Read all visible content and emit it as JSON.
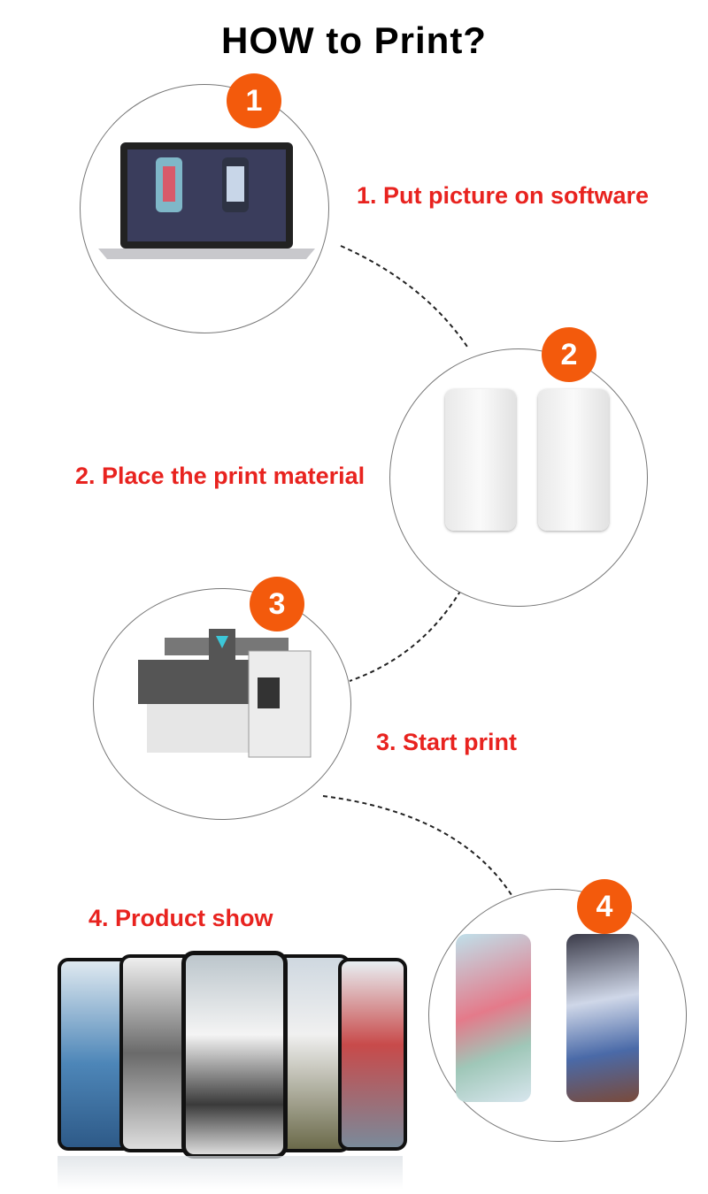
{
  "title": "HOW to Print?",
  "steps": [
    {
      "number": "1",
      "label": "1. Put picture on software"
    },
    {
      "number": "2",
      "label": "2. Place the print material"
    },
    {
      "number": "3",
      "label": "3. Start print"
    },
    {
      "number": "4",
      "label": "4. Product show"
    }
  ],
  "colors": {
    "accent": "#e8231f",
    "badge": "#f35a0c"
  }
}
